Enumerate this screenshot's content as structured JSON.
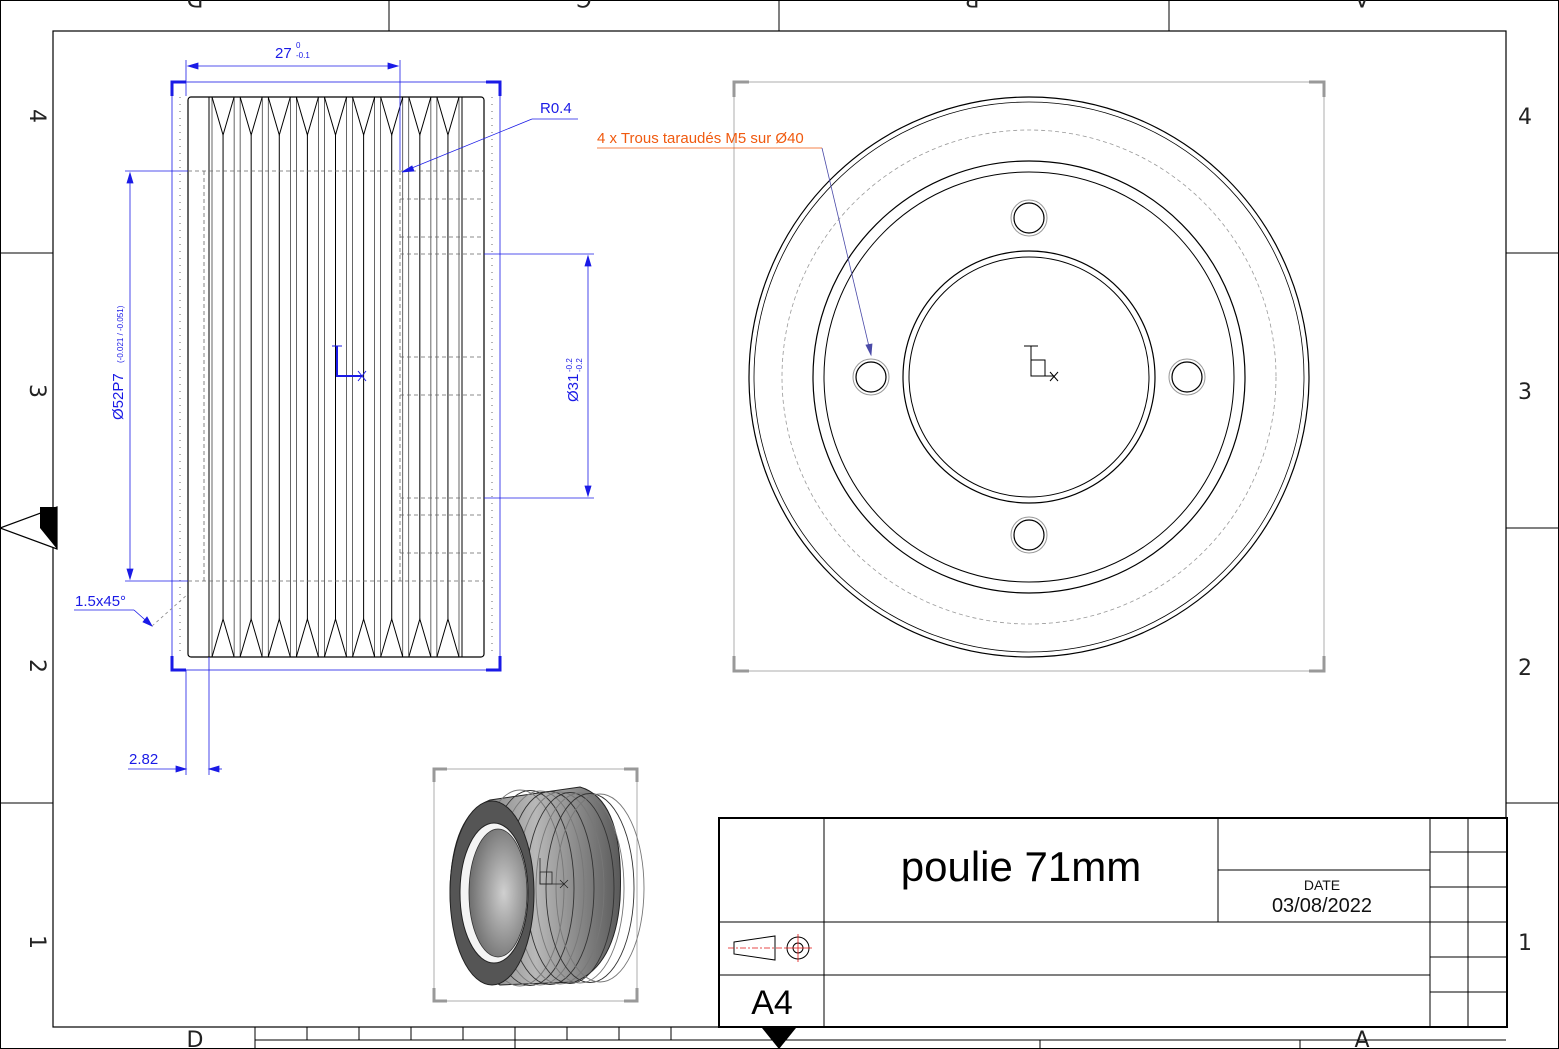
{
  "zones": {
    "columns_top": [
      "D",
      "C",
      "B",
      "A"
    ],
    "columns_bottom": [
      "D",
      "A"
    ],
    "rows": [
      "4",
      "3",
      "2",
      "1"
    ]
  },
  "annotations": {
    "width_dim": "27",
    "width_tol_upper": "0",
    "width_tol_lower": "-0.1",
    "radius": "R0.4",
    "bore_dim": "Ø52P7",
    "bore_tol": "(-0.021 / -0.051)",
    "inner_dim": "Ø31",
    "inner_tol_upper": "-0.2",
    "inner_tol_lower": "-0.2",
    "chamfer": "1.5x45°",
    "offset_dim": "2.82",
    "holes_note": "4 x Trous taraudés M5 sur Ø40"
  },
  "title_block": {
    "title": "poulie 71mm",
    "date_label": "DATE",
    "date_value": "03/08/2022",
    "format": "A4"
  },
  "colors": {
    "dimension": "#1a1ae6",
    "note": "#f05a0f",
    "line": "#000000",
    "frame_gray": "#9a9a9a"
  }
}
